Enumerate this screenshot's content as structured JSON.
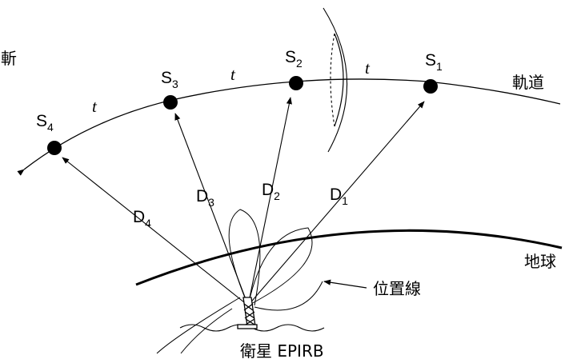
{
  "satellites": [
    {
      "name": "S",
      "sub": "1"
    },
    {
      "name": "S",
      "sub": "2"
    },
    {
      "name": "S",
      "sub": "3"
    },
    {
      "name": "S",
      "sub": "4"
    }
  ],
  "distances": [
    {
      "name": "D",
      "sub": "1"
    },
    {
      "name": "D",
      "sub": "2"
    },
    {
      "name": "D",
      "sub": "3"
    },
    {
      "name": "D",
      "sub": "4"
    }
  ],
  "interval_label": "t",
  "orbit_label": "軌道",
  "earth_label": "地球",
  "position_line_label": "位置線",
  "beacon_label": "衛星 EPIRB",
  "edge_fragment": "斬"
}
